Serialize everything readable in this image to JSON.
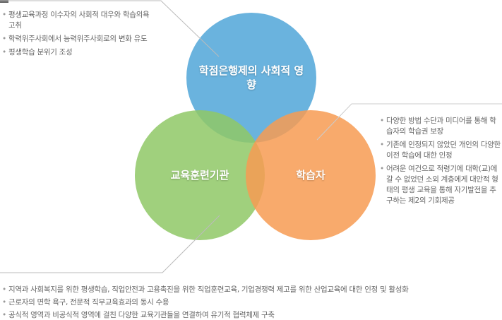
{
  "circles": {
    "top": {
      "label": "학점은행제의 사회적 영향",
      "color": "#62afdc"
    },
    "left": {
      "label": "교육훈련기관",
      "color": "#8fc866"
    },
    "right": {
      "label": "학습자",
      "color": "#f79b52"
    }
  },
  "notes": {
    "top_left": [
      "평생교육과정 이수자의 사회적 대우와 학습의욕 고취",
      "학력위주사회에서 능력위주사회로의 변화 유도",
      "평생학습 분위기 조성"
    ],
    "right": [
      "다양한 방법 수단과 미디어를 통해 학습자의 학습권 보장",
      "기존에 인정되지 않았던 개인의 다양한 이전 학습에 대한 인정",
      "어려운 여건으로 적령기에 대학(교)에 갈 수 없었던 소외 계층에게 대안적 형태의 평생 교육을 통해 자기발전을 추구하는 제2의 기회제공"
    ],
    "bottom": [
      "지역과 사회복지를 위한 평생학습, 직업안전과 고용촉진을 위한 직업훈련교육, 기업경쟁력 제고를 위한 산업교육에 대한 인정 및 활성화",
      "근로자의 면학 욕구, 전문적 직무교육효과의 동시 수용",
      "공식적 영역과 비공식적 영역에 걸친 다양한 교육기관들을 연결하여 유기적 협력체제 구축"
    ]
  }
}
